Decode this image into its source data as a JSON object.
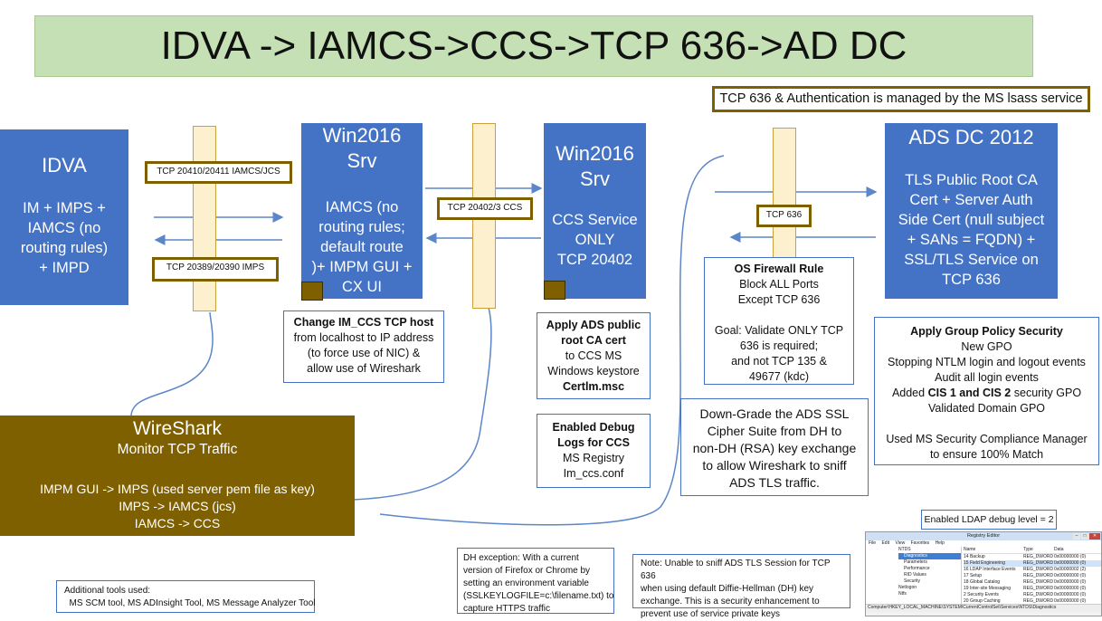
{
  "title": "IDVA -> IAMCS->CCS->TCP 636->AD DC",
  "lsass_note": "TCP 636 & Authentication is managed by the MS lsass service",
  "idva": {
    "heading": "IDVA",
    "lines": [
      "IM + IMPS +",
      "IAMCS (no",
      "routing rules)",
      "+ IMPD"
    ]
  },
  "win2016_a": {
    "heading": [
      "Win2016",
      "Srv"
    ],
    "lines": [
      "IAMCS (no",
      "routing rules;",
      "default route",
      ")+ IMPM GUI +",
      "CX UI"
    ]
  },
  "win2016_b": {
    "heading": [
      "Win2016",
      "Srv"
    ],
    "lines": [
      "CCS Service",
      "ONLY",
      "TCP 20402"
    ]
  },
  "adsdc": {
    "heading": "ADS DC 2012",
    "lines": [
      "TLS Public Root CA",
      "Cert  + Server Auth",
      "Side Cert (null subject",
      "+ SANs = FQDN) +",
      "SSL/TLS Service on",
      "TCP 636"
    ]
  },
  "tcp_labels": {
    "iamcs_jcs": "TCP 20410/20411 IAMCS/JCS",
    "imps": "TCP 20389/20390  IMPS",
    "ccs": "TCP 20402/3 CCS",
    "ldaps": "TCP 636"
  },
  "firewall": {
    "heading": "OS Firewall Rule",
    "lines": [
      "Block ALL Ports",
      "Except TCP 636",
      "",
      "Goal:  Validate ONLY TCP",
      "636 is required;",
      "and not TCP 135 &",
      "49677 (kdc)"
    ]
  },
  "change_ccs": {
    "heading": "Change IM_CCS TCP host",
    "lines": [
      "from localhost to IP address",
      "(to force use of NIC) &",
      "allow use of Wireshark"
    ]
  },
  "apply_ads": {
    "heading": [
      "Apply ADS public",
      "root CA cert"
    ],
    "lines": [
      "to CCS MS",
      "Windows keystore"
    ],
    "footer": "Certlm.msc"
  },
  "debug_logs": {
    "heading": [
      "Enabled Debug",
      "Logs for CCS"
    ],
    "lines": [
      "MS Registry",
      "Im_ccs.conf"
    ]
  },
  "downgrade": {
    "lines": [
      "Down-Grade the ADS SSL",
      "Cipher Suite from DH to",
      "non-DH (RSA) key exchange",
      "to allow Wireshark to sniff",
      "ADS TLS traffic."
    ]
  },
  "gpo": {
    "heading": "Apply Group Policy Security",
    "line1": "New GPO",
    "line2": "Stopping  NTLM login and logout events",
    "line3": "Audit all login events",
    "line4_pre": "Added ",
    "line4_bold": "CIS 1 and CIS 2",
    "line4_post": " security GPO",
    "line5": "Validated Domain GPO",
    "line6": "Used MS Security Compliance Manager",
    "line7": "to ensure 100% Match"
  },
  "wireshark": {
    "heading": "WireShark",
    "sub": "Monitor TCP Traffic",
    "lines": [
      "IMPM GUI -> IMPS (used server pem file as key)",
      "IMPS -> IAMCS (jcs)",
      "IAMCS -> CCS"
    ]
  },
  "ldap_debug": "Enabled LDAP debug level = 2",
  "dh_exception": {
    "lines": [
      "DH exception:  With a current",
      "version of Firefox or Chrome by",
      "setting an environment variable",
      "(SSLKEYLOGFILE=c:\\filename.txt) to",
      "capture HTTPS traffic"
    ]
  },
  "note_dh": {
    "lines": [
      "Note:  Unable to sniff ADS TLS Session for TCP 636",
      "when using default Diffie-Hellman (DH) key",
      "exchange.   This is a security enhancement to",
      "prevent use of service private keys"
    ]
  },
  "additional_tools": {
    "lines": [
      "Additional tools used:",
      "  MS SCM tool, MS ADInsight Tool, MS Message Analyzer Tool"
    ]
  },
  "registry_editor": {
    "title": "Registry Editor",
    "menu": [
      "File",
      "Edit",
      "View",
      "Favorites",
      "Help"
    ],
    "tree": [
      "NTDS",
      "Diagnostics",
      "Parameters",
      "Performance",
      "RID Values",
      "Security",
      "Netlogon",
      "Ntfs"
    ],
    "columns": [
      "Name",
      "Type",
      "Data"
    ],
    "rows": [
      [
        "14 Backup",
        "REG_DWORD",
        "0x00000000 (0)"
      ],
      [
        "15 Field Engineering",
        "REG_DWORD",
        "0x00000000 (0)"
      ],
      [
        "16 LDAP Interface Events",
        "REG_DWORD",
        "0x00000002 (2)"
      ],
      [
        "17 Setup",
        "REG_DWORD",
        "0x00000000 (0)"
      ],
      [
        "18 Global Catalog",
        "REG_DWORD",
        "0x00000000 (0)"
      ],
      [
        "19 Inter-site Messaging",
        "REG_DWORD",
        "0x00000000 (0)"
      ],
      [
        "2 Security Events",
        "REG_DWORD",
        "0x00000000 (0)"
      ],
      [
        "20 Group Caching",
        "REG_DWORD",
        "0x00000000 (0)"
      ]
    ],
    "status": "Computer\\HKEY_LOCAL_MACHINE\\SYSTEM\\CurrentControlSet\\Services\\NTDS\\Diagnostics"
  }
}
